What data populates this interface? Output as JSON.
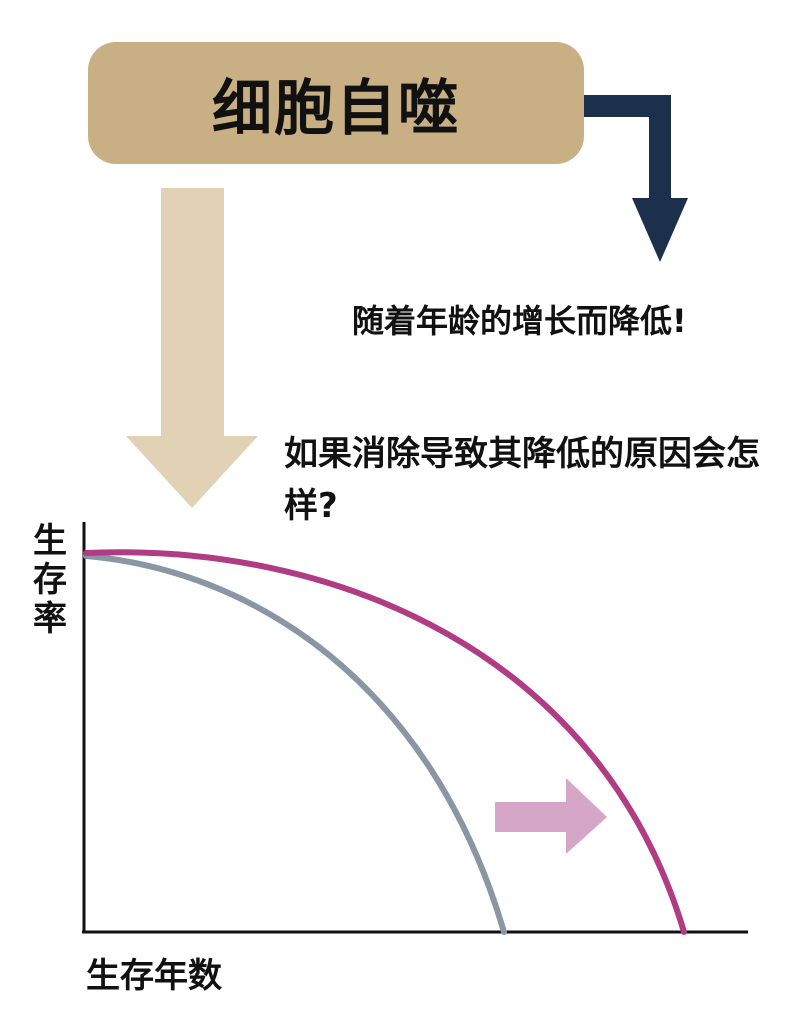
{
  "title": "细胞自噬",
  "note_decrease": "随着年龄的增长而降低!",
  "note_question": "如果消除导致其降低的原因会怎样?",
  "ylabel": "生存率",
  "xlabel": "生存年数",
  "colors": {
    "title_box": "#c9af84",
    "down_arrow": "#e2d2b5",
    "side_arrow": "#1c2f4d",
    "normal_curve": "#8a96a3",
    "improved_curve": "#b03c83",
    "shift_arrow": "#d6a6c9",
    "axis": "#111111"
  },
  "curves": {
    "normal": {
      "description_shown": false
    },
    "improved": {
      "description_shown": false
    }
  }
}
